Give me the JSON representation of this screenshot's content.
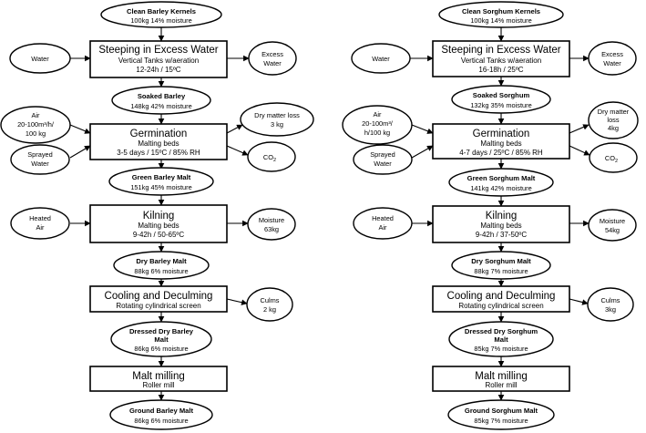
{
  "barley": {
    "clean_title": "Clean Barley Kernels",
    "clean_sub": "100kg   14% moisture",
    "water": "Water",
    "steep_title": "Steeping in Excess Water",
    "steep_l1": "Vertical Tanks w/aeration",
    "steep_l2": "12-24h / 15ºC",
    "excess_l1": "Excess",
    "excess_l2": "Water",
    "soaked_title": "Soaked Barley",
    "soaked_sub": "148kg   42% moisture",
    "air_l1": "Air",
    "air_l2": "20-100m³/h/",
    "air_l3": "100 kg",
    "sprayed_l1": "Sprayed",
    "sprayed_l2": "Water",
    "germ_title": "Germination",
    "germ_l1": "Malting beds",
    "germ_l2": "3-5 days / 15ºC / 85% RH",
    "dml_l1": "Dry matter loss",
    "dml_l2": "3 kg",
    "co2": "CO",
    "co2_sub": "2",
    "green_title": "Green Barley Malt",
    "green_sub": "151kg   45% moisture",
    "heated_l1": "Heated",
    "heated_l2": "Air",
    "kiln_title": "Kilning",
    "kiln_l1": "Malting beds",
    "kiln_l2": "9-42h / 50-65ºC",
    "moist_l1": "Moisture",
    "moist_l2": "63kg",
    "dry_title": "Dry Barley Malt",
    "dry_sub": "88kg   6% moisture",
    "cool_title": "Cooling and Deculming",
    "cool_l1": "Rotating cylindrical screen",
    "culms_l1": "Culms",
    "culms_l2": "2 kg",
    "dressed_l1": "Dressed Dry Barley",
    "dressed_l2": "Malt",
    "dressed_sub": "86kg   6% moisture",
    "mill_title": "Malt milling",
    "mill_l1": "Roller mill",
    "ground_title": "Ground Barley Malt",
    "ground_sub": "86kg   6% moisture"
  },
  "sorghum": {
    "clean_title": "Clean Sorghum Kernels",
    "clean_sub": "100kg   14% moisture",
    "water": "Water",
    "steep_title": "Steeping in Excess Water",
    "steep_l1": "Vertical Tanks w/aeration",
    "steep_l2": "16-18h / 25ºC",
    "excess_l1": "Excess",
    "excess_l2": "Water",
    "soaked_title": "Soaked Sorghum",
    "soaked_sub": "132kg   35% moisture",
    "air_l1": "Air",
    "air_l2": "20-100m³/",
    "air_l3": "h/100 kg",
    "sprayed_l1": "Sprayed",
    "sprayed_l2": "Water",
    "germ_title": "Germination",
    "germ_l1": "Malting beds",
    "germ_l2": "4-7 days / 25ºC / 85% RH",
    "dml_l1": "Dry matter",
    "dml_l2": "loss",
    "dml_l3": "4kg",
    "co2": "CO",
    "co2_sub": "2",
    "green_title": "Green Sorghum Malt",
    "green_sub": "141kg   42% moisture",
    "heated_l1": "Heated",
    "heated_l2": "Air",
    "kiln_title": "Kilning",
    "kiln_l1": "Malting beds",
    "kiln_l2": "9-42h / 37-50ºC",
    "moist_l1": "Moisture",
    "moist_l2": "54kg",
    "dry_title": "Dry Sorghum Malt",
    "dry_sub": "88kg   7% moisture",
    "cool_title": "Cooling and Deculming",
    "cool_l1": "Rotating cylindrical screen",
    "culms_l1": "Culms",
    "culms_l2": "3kg",
    "dressed_l1": "Dressed Dry Sorghum",
    "dressed_l2": "Malt",
    "dressed_sub": "85kg   7% moisture",
    "mill_title": "Malt milling",
    "mill_l1": "Roller mill",
    "ground_title": "Ground Sorghum Malt",
    "ground_sub": "85kg   7% moisture"
  }
}
